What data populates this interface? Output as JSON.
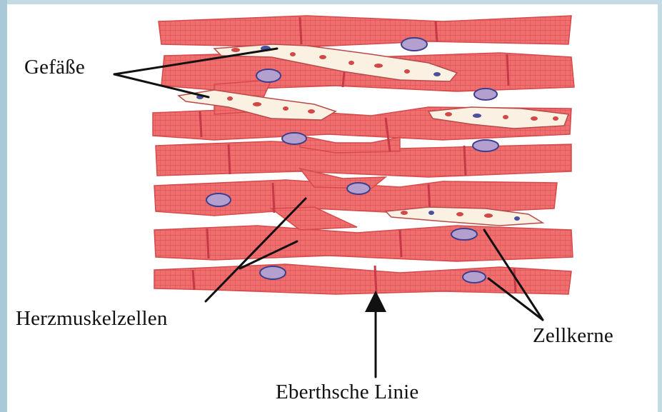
{
  "labels": {
    "vessels": "Gefäße",
    "heart_muscle_cells": "Herzmuskelzellen",
    "nuclei": "Zellkerne",
    "intercalated_disc": "Eberthsche Linie"
  },
  "colors": {
    "fiber": "#ef6e6e",
    "fiber_edge": "#d64848",
    "striation": "#e14f55",
    "disc": "#c73a45",
    "nucleus_fill": "#b4a0cf",
    "nucleus_edge": "#3b3f8e",
    "vessel_fill": "#fbf1e2",
    "vessel_edge": "#b84a4a",
    "blood_cell": "#d24848",
    "pointer": "#111111",
    "frame": "#a9c8d8"
  }
}
